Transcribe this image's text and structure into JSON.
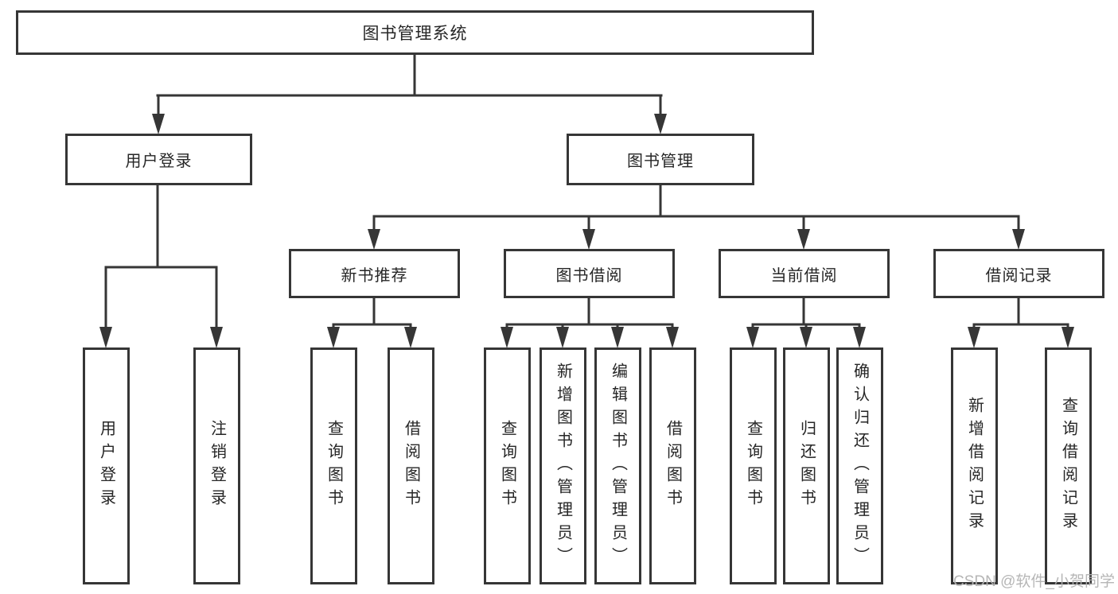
{
  "diagram": {
    "root": {
      "label": "图书管理系统"
    },
    "level2": [
      {
        "label": "用户登录"
      },
      {
        "label": "图书管理"
      }
    ],
    "level3": [
      {
        "label": "新书推荐"
      },
      {
        "label": "图书借阅"
      },
      {
        "label": "当前借阅"
      },
      {
        "label": "借阅记录"
      }
    ],
    "leaves": {
      "user_login": [
        "用户登录",
        "注销登录"
      ],
      "new_book": [
        "查询图书",
        "借阅图书"
      ],
      "book_borrow": [
        "查询图书",
        "新增图书（管理员）",
        "编辑图书（管理员）",
        "借阅图书"
      ],
      "current_borrow": [
        "查询图书",
        "归还图书",
        "确认归还（管理员）"
      ],
      "borrow_record": [
        "新增借阅记录",
        "查询借阅记录"
      ]
    }
  },
  "watermark": {
    "label": "CSDN @软件_小贺同学"
  },
  "colors": {
    "line": "#363636",
    "border": "#363636",
    "text": "#262626",
    "watermark": "#b2b2b2",
    "background": "#ffffff"
  }
}
